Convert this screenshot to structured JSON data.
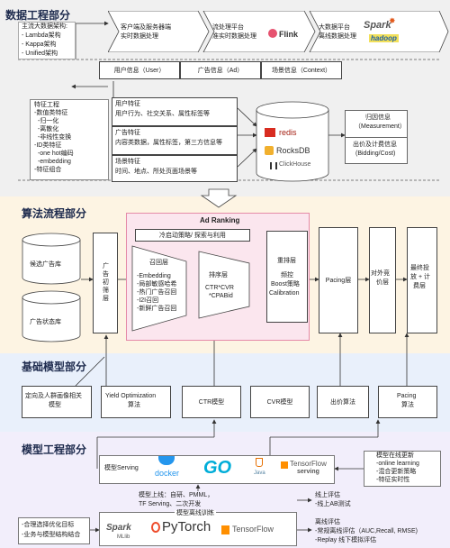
{
  "sections": {
    "data_eng": "数据工程部分",
    "algo": "算法流程部分",
    "base_model": "基础模型部分",
    "model_eng": "模型工程部分"
  },
  "data_eng": {
    "architecture": [
      "主流大数据架构:",
      "- Lambda架构",
      "- Kappa架构",
      "- Unified架构"
    ],
    "flow_1": [
      "客户端及服务器端",
      "实时数据处理"
    ],
    "flow_2": [
      "流处理平台",
      "准实时数据处理"
    ],
    "flow_3": [
      "大数据平台",
      "离线数据处理"
    ],
    "logo_flink": "Flink",
    "logo_spark": "Spark",
    "logo_hadoop": "hadoop",
    "info_user": "用户信息（User）",
    "info_ad": "广告信息（Ad）",
    "info_context": "场景信息（Context）",
    "feature_eng": [
      "特征工程",
      "-数值类特征",
      "  -归一化",
      "  -离散化",
      "  -非线性变换",
      "-ID类特征",
      "  -one hot编码",
      "  -embedding",
      "-特征组合"
    ],
    "feat_user": [
      "用户特征",
      "用户行为、社交关系、属性标签等"
    ],
    "feat_ad": [
      "广告特征",
      "内容类数据，属性标签，第三方信息等"
    ],
    "feat_scene": [
      "场景特征",
      "时间、地点、所处页面场景等"
    ],
    "db_redis": "redis",
    "db_rocks": "RocksDB",
    "db_click": "ClickHouse",
    "attribution": [
      "归因信息",
      "（Measurement）"
    ],
    "bidding": [
      "出价及计费信息",
      "(Bidding/Cost)"
    ]
  },
  "algo": {
    "candidate_db": "候选广告库",
    "state_db": "广告状态库",
    "initial_filter": [
      "广",
      "告",
      "初",
      "筛",
      "层"
    ],
    "ad_ranking": "Ad Ranking",
    "cold_start": "冷启动策略/ 探索与利用",
    "recall_title": "召回层",
    "recall_items": [
      "-Embedding",
      "-局部敏感哈希",
      "-热门广告召回",
      "-I2I召回",
      "-新鲜广告召回"
    ],
    "rank_title": "排序层",
    "rank_items": [
      "CTR*CVR",
      "*CPABid"
    ],
    "rerank_title": "重排层",
    "rerank_items": [
      "频控",
      "Boost策略",
      "Calibration"
    ],
    "pacing": "Pacing层",
    "external_bid": [
      "对外竞",
      "价层"
    ],
    "final": [
      "最终投",
      "放 + 计",
      "费层"
    ]
  },
  "base_model": {
    "targeting": [
      "定向及人群画像相关",
      "模型"
    ],
    "yield": [
      "Yield Optimization",
      "算法"
    ],
    "ctr": "CTR模型",
    "cvr": "CVR模型",
    "bid": "出价算法",
    "pacing": [
      "Pacing",
      "算法"
    ]
  },
  "model_eng": {
    "serving": "模型Serving",
    "logo_docker": "docker",
    "logo_go": "GO",
    "logo_java": "Java",
    "logo_tf_serving": "TensorFlow",
    "tf_serving_sub": "serving",
    "online_update": [
      "模型在线更新",
      "-online learning",
      "-混合更新策略",
      "-特征实时性"
    ],
    "deploy": [
      "模型上线：自研、PMML，",
      "TF Serving、二次开发"
    ],
    "offline_train": "模型离线训练",
    "logo_spark": "Spark",
    "spark_sub": "MLlib",
    "logo_pytorch": "PyTorch",
    "logo_tensorflow": "TensorFlow",
    "online_eval": [
      "线上评估",
      "-线上AB测试"
    ],
    "offline_eval": [
      "离线评估",
      "-常规离线评估（AUC,Recall, RMSE)",
      "-Replay 线下模拟评估"
    ],
    "objectives": [
      "-合理选择优化目标",
      "-业务与模型结构结合"
    ]
  },
  "colors": {
    "data_bg": "#f0f0f0",
    "algo_bg": "#fdf4e3",
    "base_bg": "#e9f0fb",
    "model_bg": "#f2eefb",
    "ranking_bg": "#fbe6ee",
    "ranking_border": "#e58aa8"
  }
}
